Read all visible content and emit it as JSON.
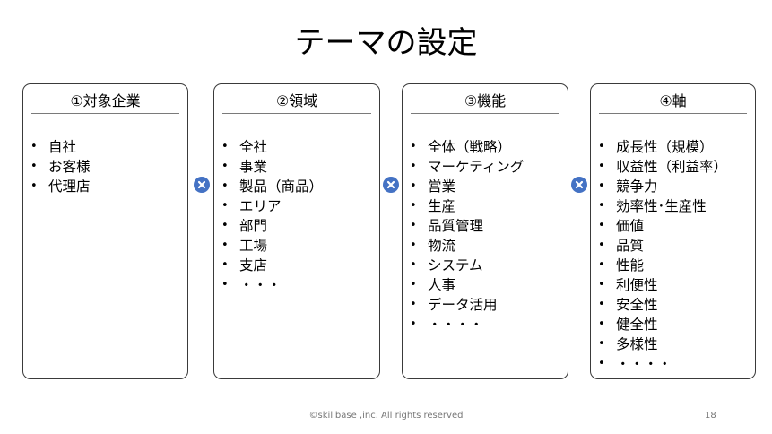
{
  "title": "テーマの設定",
  "cards": [
    {
      "heading": "①対象企業",
      "items": [
        "自社",
        "お客様",
        "代理店"
      ]
    },
    {
      "heading": "②領域",
      "items": [
        "全社",
        "事業",
        "製品（商品）",
        "エリア",
        "部門",
        "工場",
        "支店",
        "・・・"
      ]
    },
    {
      "heading": "③機能",
      "items": [
        "全体（戦略）",
        "マーケティング",
        "営業",
        "生産",
        "品質管理",
        "物流",
        "システム",
        "人事",
        "データ活用",
        "・・・・"
      ]
    },
    {
      "heading": "④軸",
      "items": [
        "成長性（規模）",
        "収益性（利益率）",
        "競争力",
        "効率性･生産性",
        "価値",
        "品質",
        "性能",
        "利便性",
        "安全性",
        "健全性",
        "多様性",
        "・・・・"
      ]
    }
  ],
  "operator_icon": "multiply-circle-icon",
  "colors": {
    "operator": "#4472c4",
    "border": "#3a3a3a"
  },
  "footer": {
    "copyright": "©skillbase ,inc. All rights reserved",
    "page_number": "18"
  }
}
